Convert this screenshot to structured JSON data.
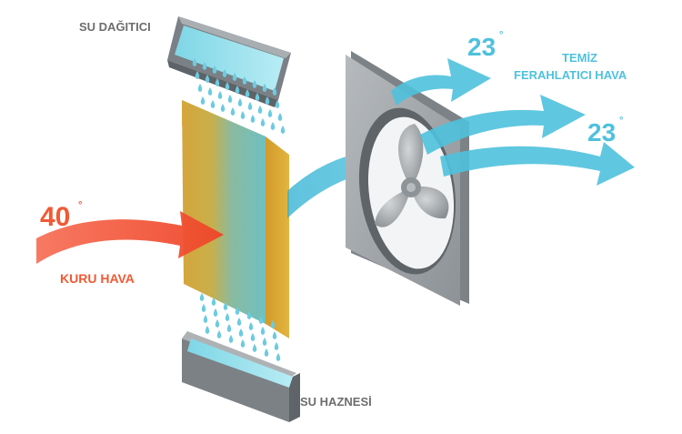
{
  "labels": {
    "water_distributor": "SU DAĞITICI",
    "water_tank": "SU HAZNESİ",
    "dry_air": "KURU HAVA",
    "clean_air_line1": "TEMİZ",
    "clean_air_line2": "FERAHLATICI HAVA"
  },
  "temperatures": {
    "inlet": "40",
    "outlet_top": "23",
    "outlet_right": "23",
    "degree_symbol": "°"
  },
  "colors": {
    "hot_air": "#f05a35",
    "cool_air": "#4fc1dd",
    "pad": "#d8a833",
    "frame": "#9ea3a7",
    "label_gray": "#6d6d6d"
  },
  "icons": {
    "fan": "fan-icon",
    "water_drops": "water-drop-icon"
  }
}
